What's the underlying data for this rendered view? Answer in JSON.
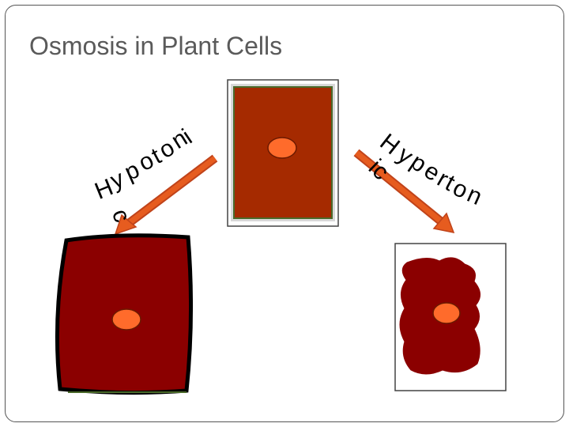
{
  "slide": {
    "title": "Osmosis in Plant Cells"
  },
  "labels": {
    "hypotonic": {
      "letters": [
        "H",
        "y",
        "p",
        "o",
        "t",
        "o",
        "n",
        "i"
      ],
      "wrap": "c"
    },
    "hypertonic": {
      "letters": [
        "H",
        "y",
        "p",
        "e",
        "r",
        "t",
        "o",
        "n"
      ],
      "wrap": "ic"
    }
  },
  "colors": {
    "cell_wall_fill": "#a52a00",
    "cell_dark_fill": "#8b0000",
    "nucleus": "#ff6b2b",
    "arrow": "#e65c1f",
    "arrow_stroke": "#c0431a",
    "wall_edge": "#4a6a2a"
  }
}
